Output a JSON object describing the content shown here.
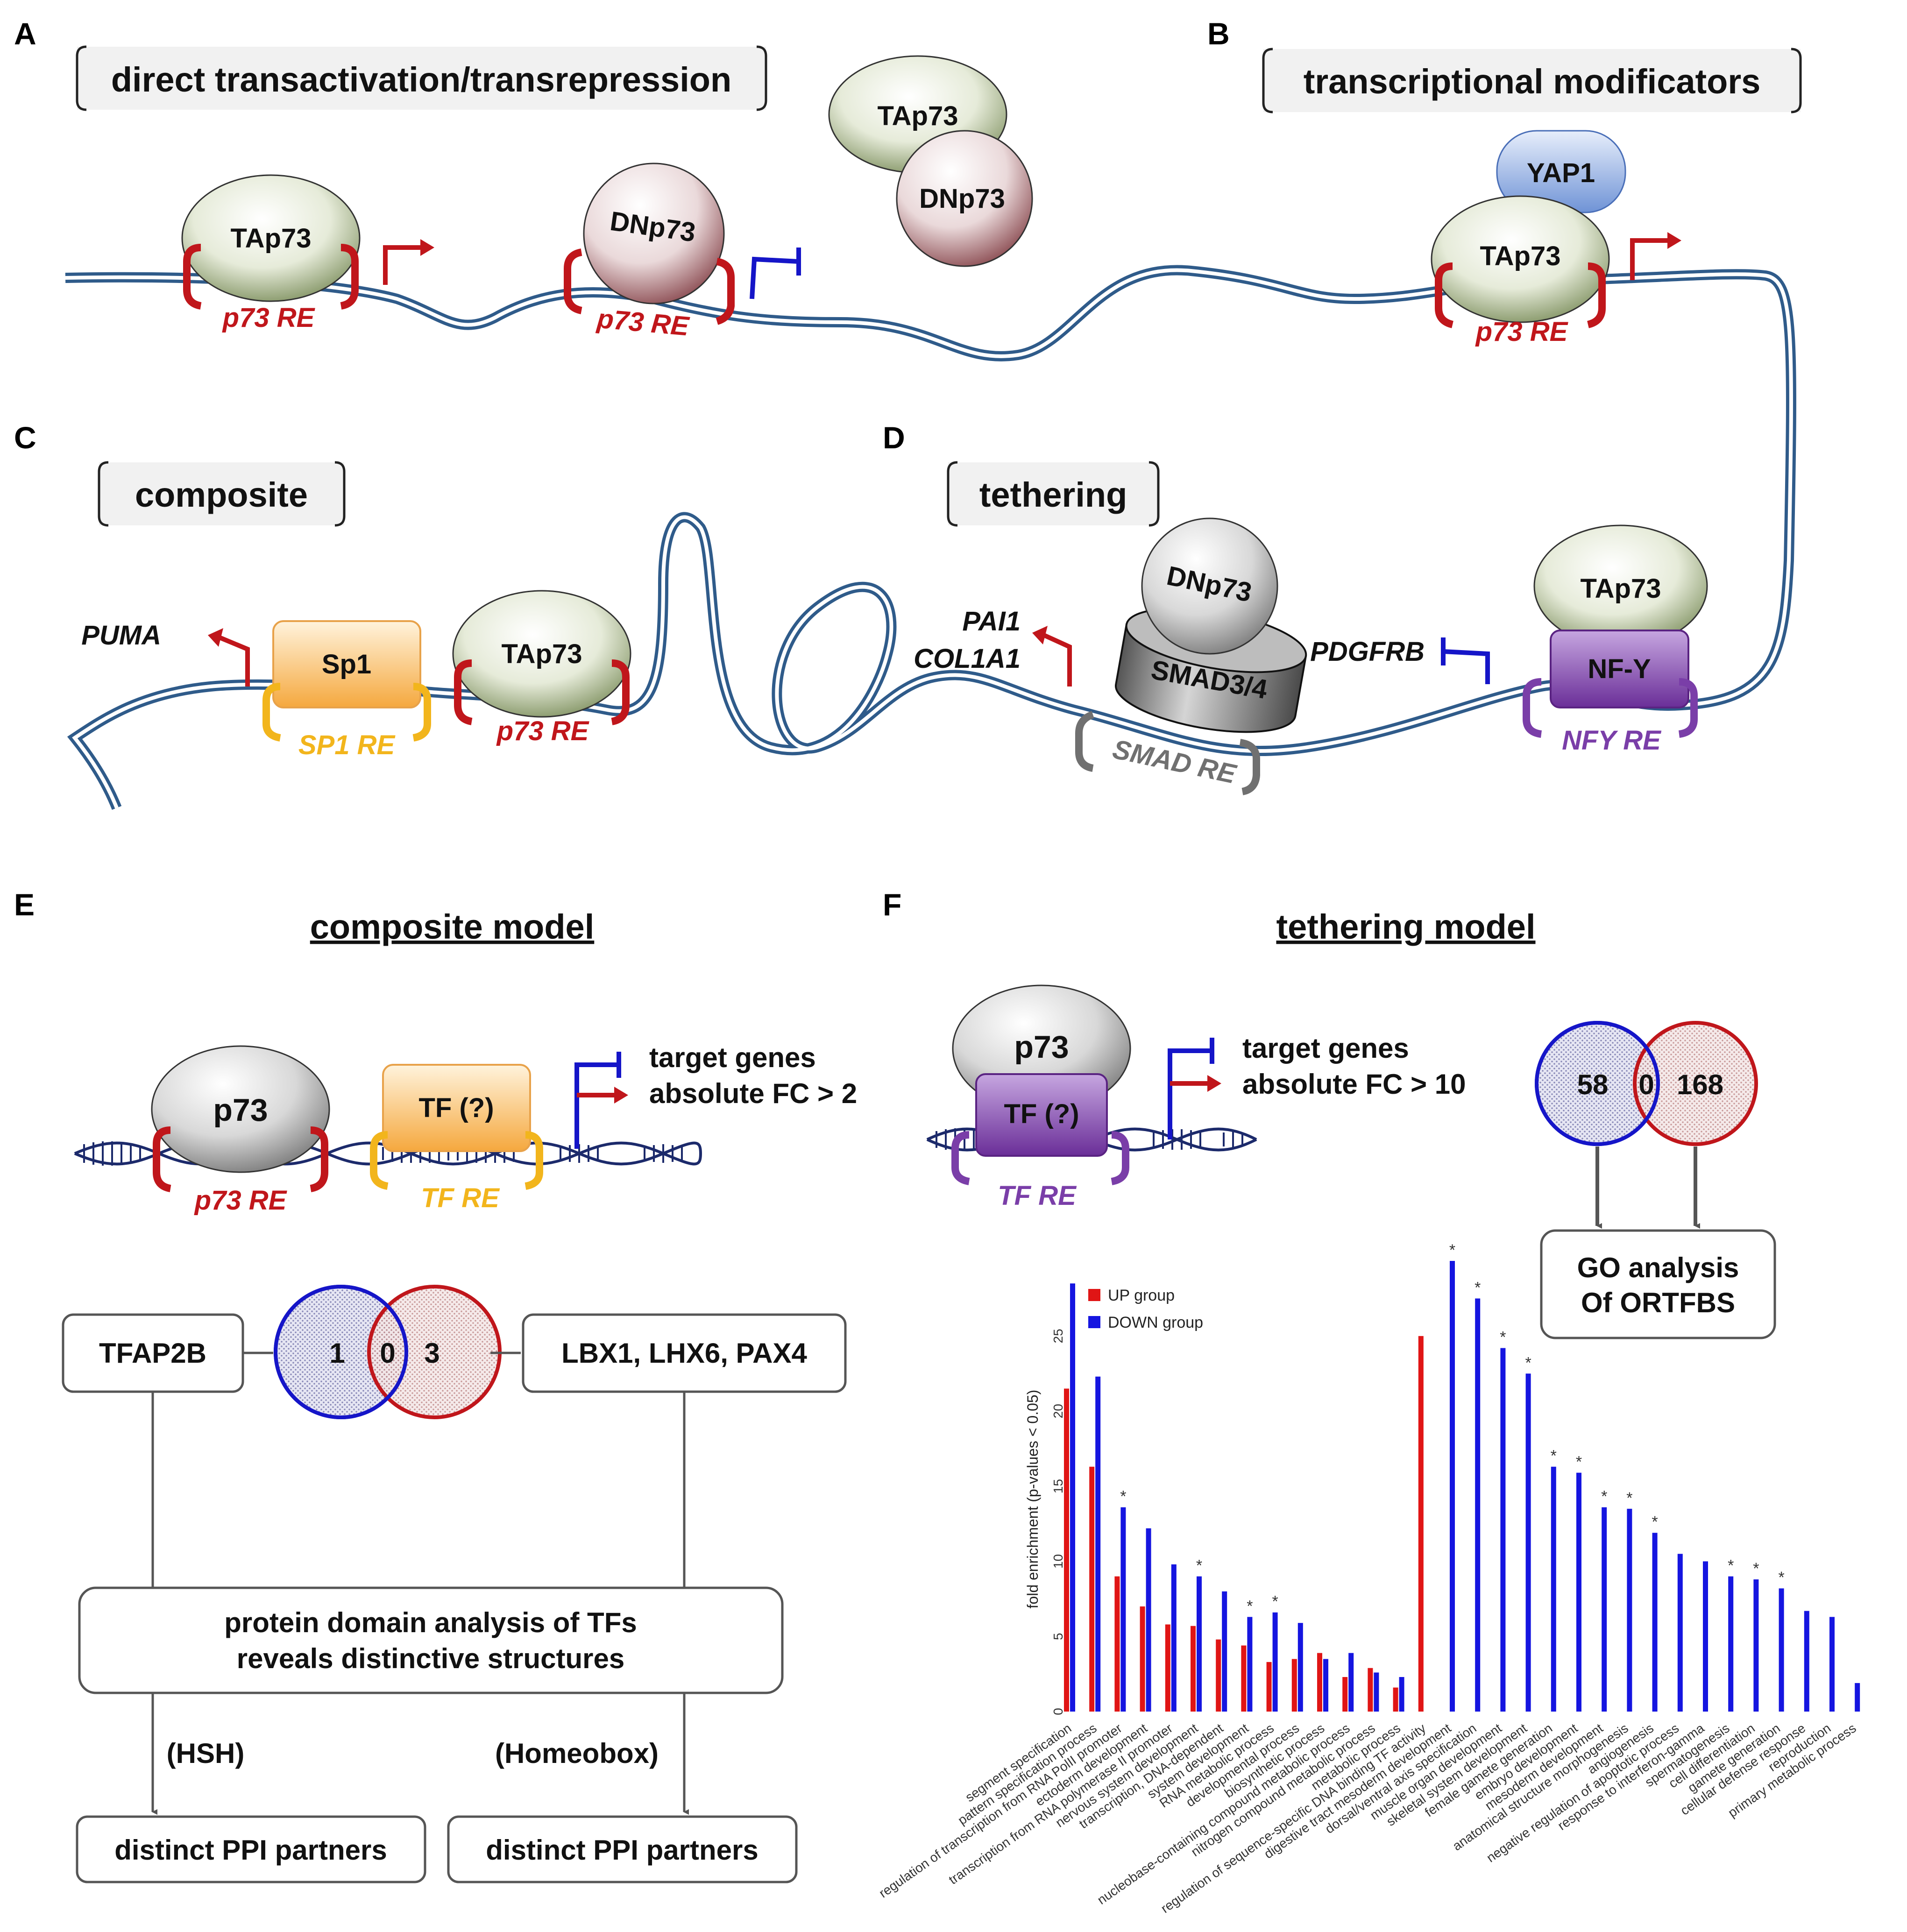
{
  "panels": {
    "A": {
      "label": "A",
      "title": "direct transactivation/transrepression"
    },
    "B": {
      "label": "B",
      "title": "transcriptional modificators"
    },
    "C": {
      "label": "C",
      "title": "composite"
    },
    "D": {
      "label": "D",
      "title": "tethering"
    },
    "E": {
      "label": "E",
      "title": "composite model"
    },
    "F": {
      "label": "F",
      "title": "tethering model"
    }
  },
  "proteins": {
    "tap73": "TAp73",
    "dnp73": "DNp73",
    "yap1": "YAP1",
    "sp1": "Sp1",
    "smad": "SMAD3/4",
    "nfy": "NF-Y",
    "p73": "p73",
    "tf": "TF (?)"
  },
  "response_elements": {
    "p73": "p73 RE",
    "sp1": "SP1 RE",
    "smad": "SMAD RE",
    "nfy": "NFY RE",
    "tf": "TF RE"
  },
  "genes": {
    "puma": "PUMA",
    "pai1": "PAI1",
    "col1a1": "COL1A1",
    "pdgfrb": "PDGFRB"
  },
  "composite_model": {
    "target_line1": "target genes",
    "target_line2": "absolute FC > 2",
    "venn_left": "1",
    "venn_mid": "0",
    "venn_right": "3",
    "box_left": "TFAP2B",
    "box_right": "LBX1, LHX6, PAX4",
    "domain_line1": "protein domain analysis of TFs",
    "domain_line2": "reveals distinctive structures",
    "hsh": "(HSH)",
    "homeobox": "(Homeobox)",
    "ppi_left": "distinct PPI partners",
    "ppi_right": "distinct PPI partners"
  },
  "tethering_model": {
    "target_line1": "target genes",
    "target_line2": "absolute FC > 10",
    "venn_left": "58",
    "venn_mid": "0",
    "venn_right": "168",
    "go_line1": "GO analysis",
    "go_line2": "Of ORTFBS"
  },
  "colors": {
    "red": "#c0161b",
    "blue": "#1515c8",
    "dna": "#2f5b8a",
    "yellow": "#f2b51c",
    "purple": "#7a3ea8",
    "gray": "#707070"
  },
  "chart_data": {
    "type": "bar",
    "ylabel": "fold enrichment (p-values < 0.05)",
    "ylim": [
      0,
      30
    ],
    "yticks": [
      0,
      5,
      10,
      15,
      20,
      25
    ],
    "legend": [
      "UP group",
      "DOWN group"
    ],
    "legend_position": "top-left",
    "categories": [
      {
        "label": "segment specification",
        "up": 21.5,
        "down": 28.5,
        "star_up": false,
        "star_down": false
      },
      {
        "label": "pattern specification process",
        "up": 16.3,
        "down": 22.3,
        "star_up": false,
        "star_down": false
      },
      {
        "label": "regulation of transcription from RNA PolII promoter",
        "up": 9.0,
        "down": 13.6,
        "star_up": false,
        "star_down": true
      },
      {
        "label": "ectoderm development",
        "up": 7.0,
        "down": 12.2,
        "star_up": false,
        "star_down": false
      },
      {
        "label": "transcription from RNA polymerase II promoter",
        "up": 5.8,
        "down": 9.8,
        "star_up": false,
        "star_down": false
      },
      {
        "label": "nervous system development",
        "up": 5.7,
        "down": 9.0,
        "star_up": false,
        "star_down": true
      },
      {
        "label": "transcription, DNA-dependent",
        "up": 4.8,
        "down": 8.0,
        "star_up": false,
        "star_down": false
      },
      {
        "label": "system development",
        "up": 4.4,
        "down": 6.3,
        "star_up": false,
        "star_down": true
      },
      {
        "label": "RNA metabolic process",
        "up": 3.3,
        "down": 6.6,
        "star_up": false,
        "star_down": true
      },
      {
        "label": "developmental process",
        "up": 3.5,
        "down": 5.9,
        "star_up": false,
        "star_down": false
      },
      {
        "label": "biosynthetic process",
        "up": 3.9,
        "down": 3.5,
        "star_up": false,
        "star_down": false
      },
      {
        "label": "nucleobase-containing compound metabolic process",
        "up": 2.3,
        "down": 3.9,
        "star_up": false,
        "star_down": false
      },
      {
        "label": "nitrogen compound metabolic process",
        "up": 2.9,
        "down": 2.6,
        "star_up": false,
        "star_down": false
      },
      {
        "label": "metabolic process",
        "up": 1.6,
        "down": 2.3,
        "star_up": false,
        "star_down": false
      },
      {
        "label": "regulation of sequence-specific DNA binding TF activity",
        "up": 25.0,
        "down": null,
        "star_up": false,
        "star_down": false
      },
      {
        "label": "digestive tract mesoderm development",
        "up": null,
        "down": 30.0,
        "star_up": false,
        "star_down": true
      },
      {
        "label": "dorsal/ventral axis specification",
        "up": null,
        "down": 27.5,
        "star_up": false,
        "star_down": true
      },
      {
        "label": "muscle organ development",
        "up": null,
        "down": 24.2,
        "star_up": false,
        "star_down": true
      },
      {
        "label": "skeletal system development",
        "up": null,
        "down": 22.5,
        "star_up": false,
        "star_down": true
      },
      {
        "label": "female gamete generation",
        "up": null,
        "down": 16.3,
        "star_up": false,
        "star_down": true
      },
      {
        "label": "embryo development",
        "up": null,
        "down": 15.9,
        "star_up": false,
        "star_down": true
      },
      {
        "label": "mesoderm development",
        "up": null,
        "down": 13.6,
        "star_up": false,
        "star_down": true
      },
      {
        "label": "anatomical structure morphogenesis",
        "up": null,
        "down": 13.5,
        "star_up": false,
        "star_down": true
      },
      {
        "label": "angiogenesis",
        "up": null,
        "down": 11.9,
        "star_up": false,
        "star_down": true
      },
      {
        "label": "negative regulation of apoptotic process",
        "up": null,
        "down": 10.5,
        "star_up": false,
        "star_down": false
      },
      {
        "label": "response to interferon-gamma",
        "up": null,
        "down": 10.0,
        "star_up": false,
        "star_down": false
      },
      {
        "label": "spermatogenesis",
        "up": null,
        "down": 9.0,
        "star_up": false,
        "star_down": true
      },
      {
        "label": "cell differentiation",
        "up": null,
        "down": 8.8,
        "star_up": false,
        "star_down": true
      },
      {
        "label": "gamete generation",
        "up": null,
        "down": 8.2,
        "star_up": false,
        "star_down": true
      },
      {
        "label": "cellular defense response",
        "up": null,
        "down": 6.7,
        "star_up": false,
        "star_down": false
      },
      {
        "label": "reproduction",
        "up": null,
        "down": 6.3,
        "star_up": false,
        "star_down": false
      },
      {
        "label": "primary metabolic process",
        "up": null,
        "down": 1.9,
        "star_up": false,
        "star_down": false
      }
    ]
  }
}
